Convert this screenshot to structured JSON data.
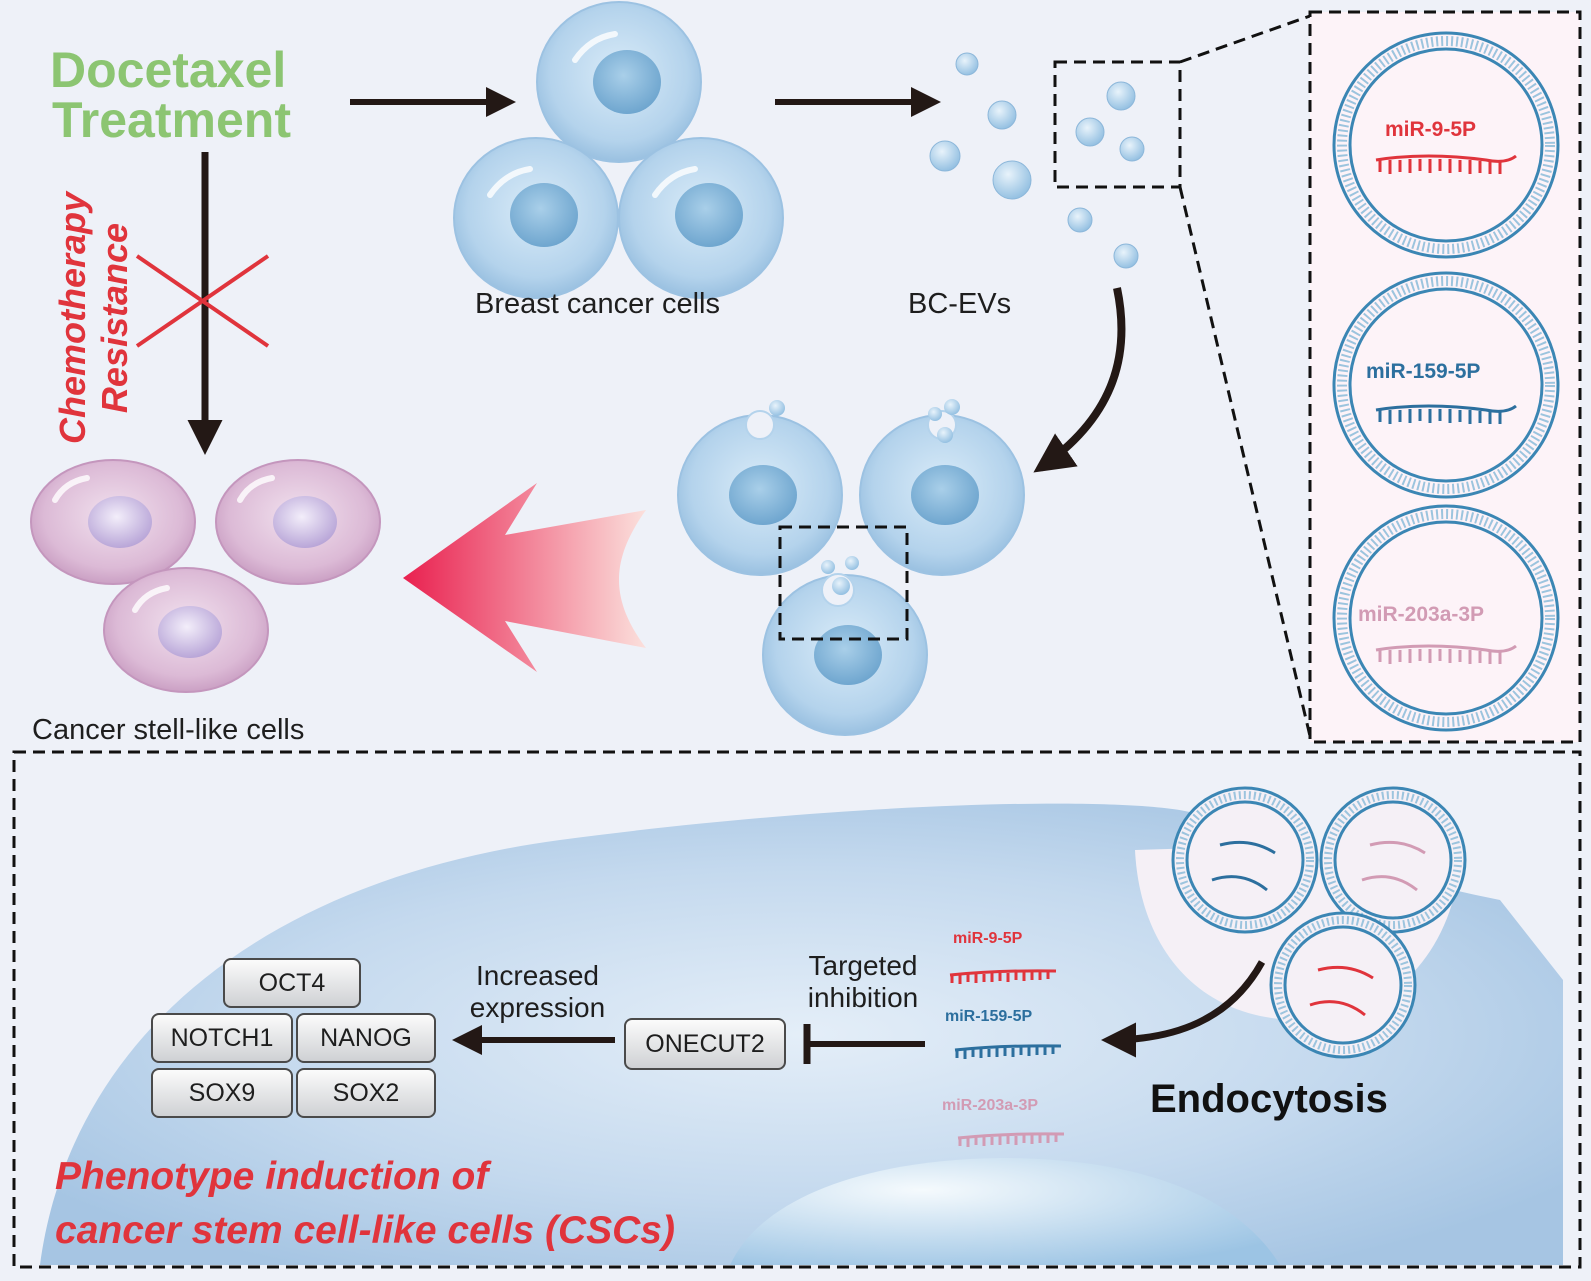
{
  "treatment": {
    "line1": "Docetaxel",
    "line2": "Treatment"
  },
  "resistance": {
    "line1": "Chemotherapy",
    "line2": "Resistance"
  },
  "cells": {
    "breast_cancer": "Breast cancer cells",
    "evs": "BC-EVs",
    "csc_like": "Cancer stell-like cells"
  },
  "mirnas": [
    {
      "name": "miR-9-5P",
      "color": "#e0343c"
    },
    {
      "name": "miR-159-5P",
      "color": "#2c6f9e"
    },
    {
      "name": "miR-203a-3P",
      "color": "#d29bb4"
    }
  ],
  "bottom": {
    "targeted": {
      "line1": "Targeted",
      "line2": "inhibition"
    },
    "increased": {
      "line1": "Increased",
      "line2": "expression"
    },
    "target_gene": "ONECUT2",
    "genes": {
      "oct4": "OCT4",
      "notch1": "NOTCH1",
      "nanog": "NANOG",
      "sox9": "SOX9",
      "sox2": "SOX2"
    },
    "endocytosis": "Endocytosis",
    "caption": {
      "line1": "Phenotype induction of",
      "line2": "cancer stem cell-like cells (CSCs)"
    }
  },
  "colors": {
    "treatment_green": "#8cc572",
    "resistance_red": "#e0343c",
    "blue_cell": "#a9cbe6",
    "pink_cell": "#d7b3d1",
    "vesicle_blue": "#3b86b4"
  }
}
